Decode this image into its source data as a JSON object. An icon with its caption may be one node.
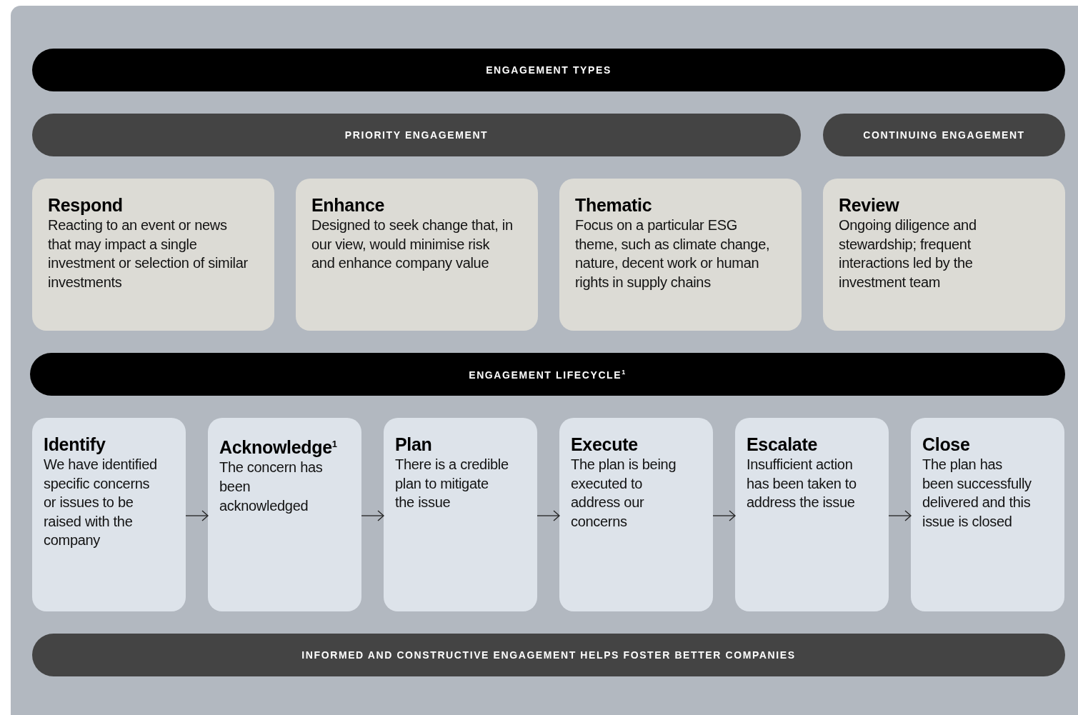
{
  "diagram": {
    "nodes": [
      {
        "text": [
          "ENGAGEMENT TYPES"
        ]
      },
      {
        "text": [
          "PRIORITY ENGAGEMENT"
        ]
      },
      {
        "text": [
          "CONTINUING ENGAGEMENT"
        ]
      },
      {
        "text": [
          "Respond",
          "Reacting to an event or news that may impact a single investment or selection of similar investments"
        ]
      },
      {
        "text": [
          "Enhance",
          "Designed to seek change that, in our view, would minimise risk and enhance company value"
        ]
      },
      {
        "text": [
          "Thematic",
          "Focus on a particular ESG theme, such as climate change, nature, decent work or human rights in supply chains"
        ]
      },
      {
        "text": [
          "Review",
          "Ongoing diligence and stewardship; frequent interactions led by the investment team"
        ]
      },
      {
        "text": [
          "ENGAGEMENT LIFECYCLE$^{1}$"
        ]
      },
      {
        "text": [
          "Identify",
          "We have identified specific concerns or issues to be raised with the company"
        ]
      },
      {
        "text": [
          "Acknowledge$^{1}$",
          "The concern has been acknowledged"
        ]
      },
      {
        "text": [
          "Plan",
          "There is a credible plan to mitigate the issue"
        ]
      },
      {
        "text": [
          "Execute",
          "The plan is being executed to address our concerns"
        ]
      },
      {
        "text": [
          "Escalate",
          "Insufficient action has been taken to address the issue"
        ]
      },
      {
        "text": [
          "Close",
          "The plan has been successfully delivered and this issue is closed"
        ]
      },
      {
        "text": [
          "INFORMED AND CONSTRUCTIVE ENGAGEMENT HELPS FOSTER BETTER COMPANIES"
        ]
      }
    ],
    "edges": [
      {
        "from": 8,
        "to": 9,
        "arrow": "to"
      },
      {
        "from": 9,
        "to": 10,
        "arrow": "to"
      },
      {
        "from": 10,
        "to": 11,
        "arrow": "to"
      },
      {
        "from": 11,
        "to": 12,
        "arrow": "to"
      },
      {
        "from": 12,
        "to": 13,
        "arrow": "to"
      }
    ]
  }
}
